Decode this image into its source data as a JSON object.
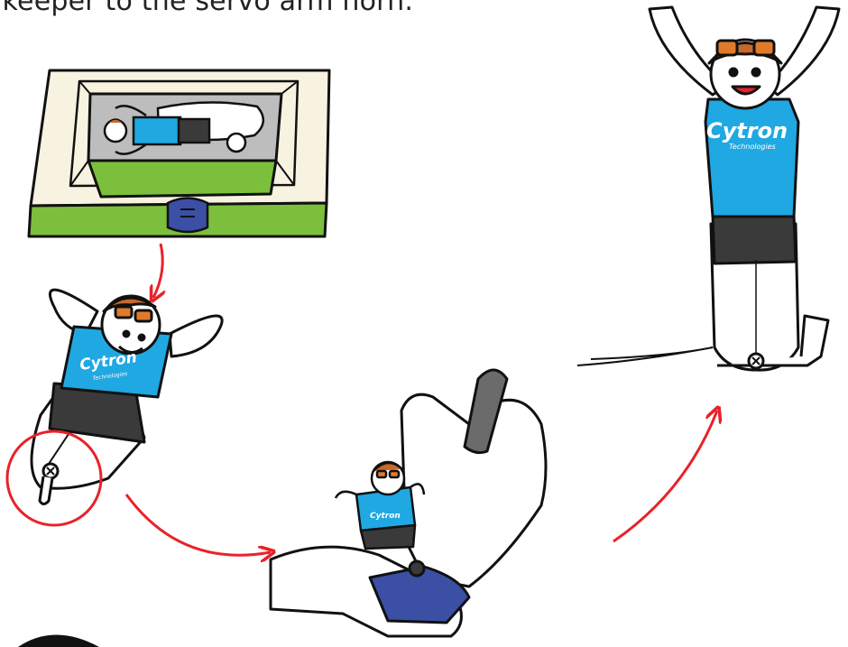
{
  "caption": "lkeeper to the servo arm horn.",
  "brand": {
    "name": "Cytron",
    "tagline": "Technologies"
  },
  "colors": {
    "shirt": "#1fa8e2",
    "shorts": "#3a3a3a",
    "grass": "#7cbf3c",
    "goal": "#f8f3e1",
    "servo": "#3b4fa5",
    "arrow": "#e8222a",
    "goggles": "#e07a2a",
    "hair": "#c9682b",
    "pen": "#6b6b6b"
  }
}
